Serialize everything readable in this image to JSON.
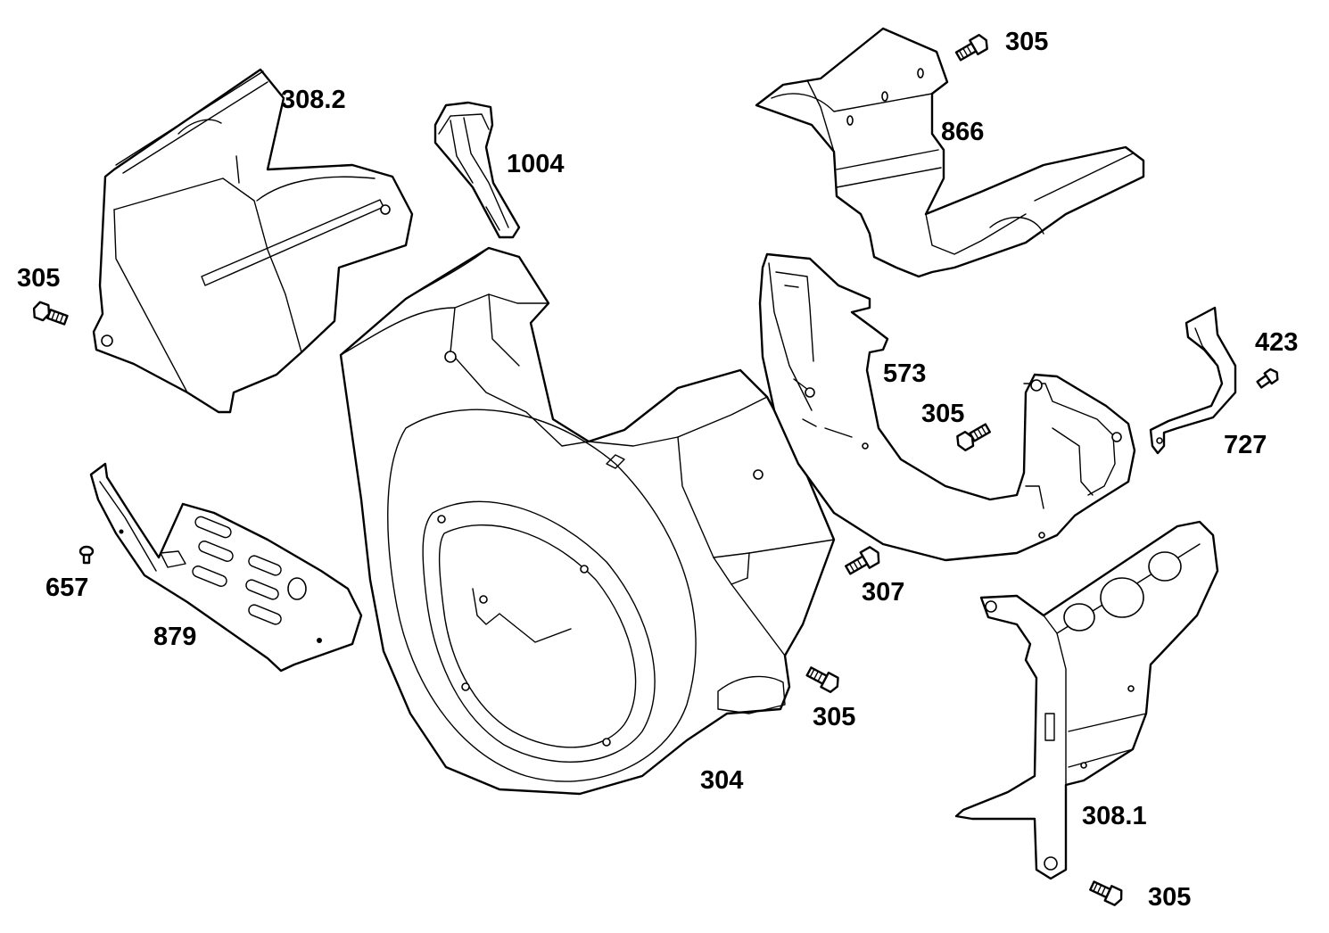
{
  "labels": {
    "blower_housing": "304",
    "screw_top_right": "305",
    "screw_left": "305",
    "screw_middle_right": "305",
    "screw_center": "305",
    "screw_bottom_right": "305",
    "screw_307": "307",
    "shroud_upper_left": "308.2",
    "shroud_lower_right": "308.1",
    "screw_423": "423",
    "guard_573": "573",
    "screw_657": "657",
    "bracket_727": "727",
    "cover_866": "866",
    "shield_879": "879",
    "duct_1004": "1004"
  }
}
